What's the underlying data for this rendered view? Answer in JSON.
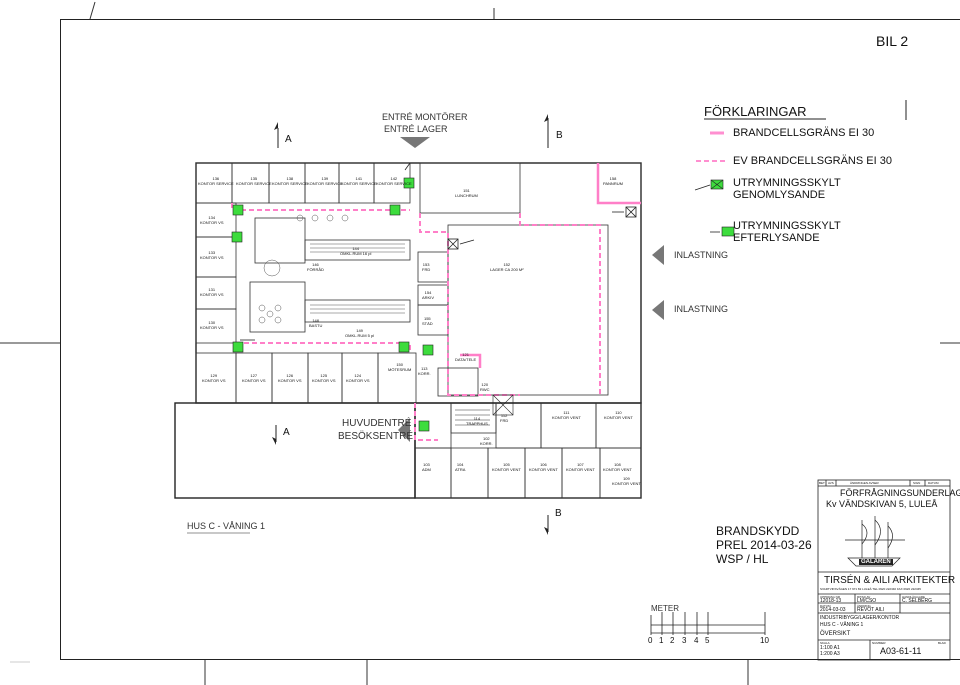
{
  "sheet_label": "BIL 2",
  "legend": {
    "title": "FÖRKLARINGAR",
    "items": [
      {
        "label": "BRANDCELLSGRÄNS EI 30",
        "color": "#ff8fd0"
      },
      {
        "label": "EV BRANDCELLSGRÄNS EI 30",
        "color": "#ff8fd0"
      },
      {
        "label": "UTRYMNINGSSKYLT GENOMLYSANDE",
        "color": "#3ddc3d"
      },
      {
        "label": "UTRYMNINGSSKYLT EFTERLYSANDE",
        "color": "#3ddc3d"
      }
    ]
  },
  "entrances": {
    "top_line1": "ENTRÉ MONTÖRER",
    "top_line2": "ENTRÉ LAGER",
    "main_line1": "HUVUDENTRÉ",
    "main_line2": "BESÖKSENTRÉ",
    "loading1": "INLASTNING",
    "loading2": "INLASTNING"
  },
  "section_marks": {
    "a": "A",
    "b": "B"
  },
  "floor_label": "HUS C - VÅNING 1",
  "stamp": {
    "line1": "BRANDSKYDD",
    "line2": "PREL 2014-03-26",
    "line3": "WSP / HL"
  },
  "scale": {
    "unit": "METER",
    "ticks": [
      "0",
      "1",
      "2",
      "3",
      "4",
      "5",
      "10"
    ]
  },
  "rooms": [
    {
      "n": "136",
      "t": "KONTOR SERVICE"
    },
    {
      "n": "135",
      "t": "KONTOR SERVICE"
    },
    {
      "n": "138",
      "t": "KONTOR SERVICE"
    },
    {
      "n": "139",
      "t": "KONTOR SERVICE"
    },
    {
      "n": "141",
      "t": "KONTOR SERVICE"
    },
    {
      "n": "142",
      "t": "KONTOR SERVICE"
    },
    {
      "n": "151",
      "t": "LUNCHRUM"
    },
    {
      "n": "134",
      "t": "KONTOR VS"
    },
    {
      "n": "133",
      "t": "KONTOR VS"
    },
    {
      "n": "131",
      "t": "KONTOR VS"
    },
    {
      "n": "130",
      "t": "KONTOR VS"
    },
    {
      "n": "129",
      "t": "KONTOR VS"
    },
    {
      "n": "127",
      "t": "KONTOR VS"
    },
    {
      "n": "126",
      "t": "KONTOR VS"
    },
    {
      "n": "125",
      "t": "KONTOR VS"
    },
    {
      "n": "124",
      "t": "KONTOR VS"
    },
    {
      "n": "144",
      "t": "OMKL.RUM 16 pl"
    },
    {
      "n": "146",
      "t": "FÖRRÅD"
    },
    {
      "n": "153",
      "t": "FRD"
    },
    {
      "n": "152",
      "t": "LAGER CA 200 M²"
    },
    {
      "n": "154",
      "t": "ARKIV"
    },
    {
      "n": "148",
      "t": "BASTU"
    },
    {
      "n": "149",
      "t": "OMKL.RUM 5 pl"
    },
    {
      "n": "155",
      "t": "STÄD"
    },
    {
      "n": "121",
      "t": "DATA/TELE"
    },
    {
      "n": "150",
      "t": "MÖTESRUM"
    },
    {
      "n": "113",
      "t": "KORR."
    },
    {
      "n": "120",
      "t": "RWC"
    },
    {
      "n": "114",
      "t": "TRAPPHUS"
    },
    {
      "n": "112",
      "t": "FRD"
    },
    {
      "n": "111",
      "t": "KONTOR VENT"
    },
    {
      "n": "110",
      "t": "KONTOR VENT"
    },
    {
      "n": "102",
      "t": "KORR."
    },
    {
      "n": "103",
      "t": "ADM"
    },
    {
      "n": "104",
      "t": "ATRA"
    },
    {
      "n": "105",
      "t": "KONTOR VENT"
    },
    {
      "n": "106",
      "t": "KONTOR VENT"
    },
    {
      "n": "107",
      "t": "KONTOR VENT"
    },
    {
      "n": "108",
      "t": "KONTOR VENT"
    },
    {
      "n": "109",
      "t": "KONTOR VENT"
    },
    {
      "n": "158",
      "t": "PANNRUM"
    }
  ],
  "title_block": {
    "header": "FÖRFRÅGNINGSUNDERLAG",
    "project": "Kv VÄNDSKIVAN 5, LULEÅ",
    "logo_text": "GALAREN",
    "architect": "TIRSÉN & AILI ARKITEKTER",
    "architect_sub": "SVARTVIKSVÄGEN 17  971 82 LULEÅ  TEL 0920 222340  FAX 0920 222345",
    "uppdrag_label": "UPPDRAG NR",
    "uppdrag": "12018-13",
    "ritad_label": "RITAD AV",
    "ritad": "LM/CSO",
    "handlaggare_label": "HANDLÄGGARE",
    "handlaggare": "C. SELBERG",
    "datum_label": "DATUM",
    "datum": "2014-03-03",
    "andrad_label": "ÄNDRING",
    "andrad": "REVOT AILI",
    "desc1": "INDUSTRIBYGG/LAGER/KONTOR",
    "desc2": "HUS C - VÅNING 1",
    "desc3": "ÖVERSIKT",
    "skala_label": "SKALA",
    "skala1": "1:100 A1",
    "skala2": "1:200 A3",
    "nummer_label": "NUMMER",
    "blad_label": "BLAD",
    "number": "A03-61-11",
    "rev_cols": [
      "BET",
      "AVS",
      "ÄNDRINGEN AVSER",
      "SIGN",
      "DATUM"
    ]
  }
}
